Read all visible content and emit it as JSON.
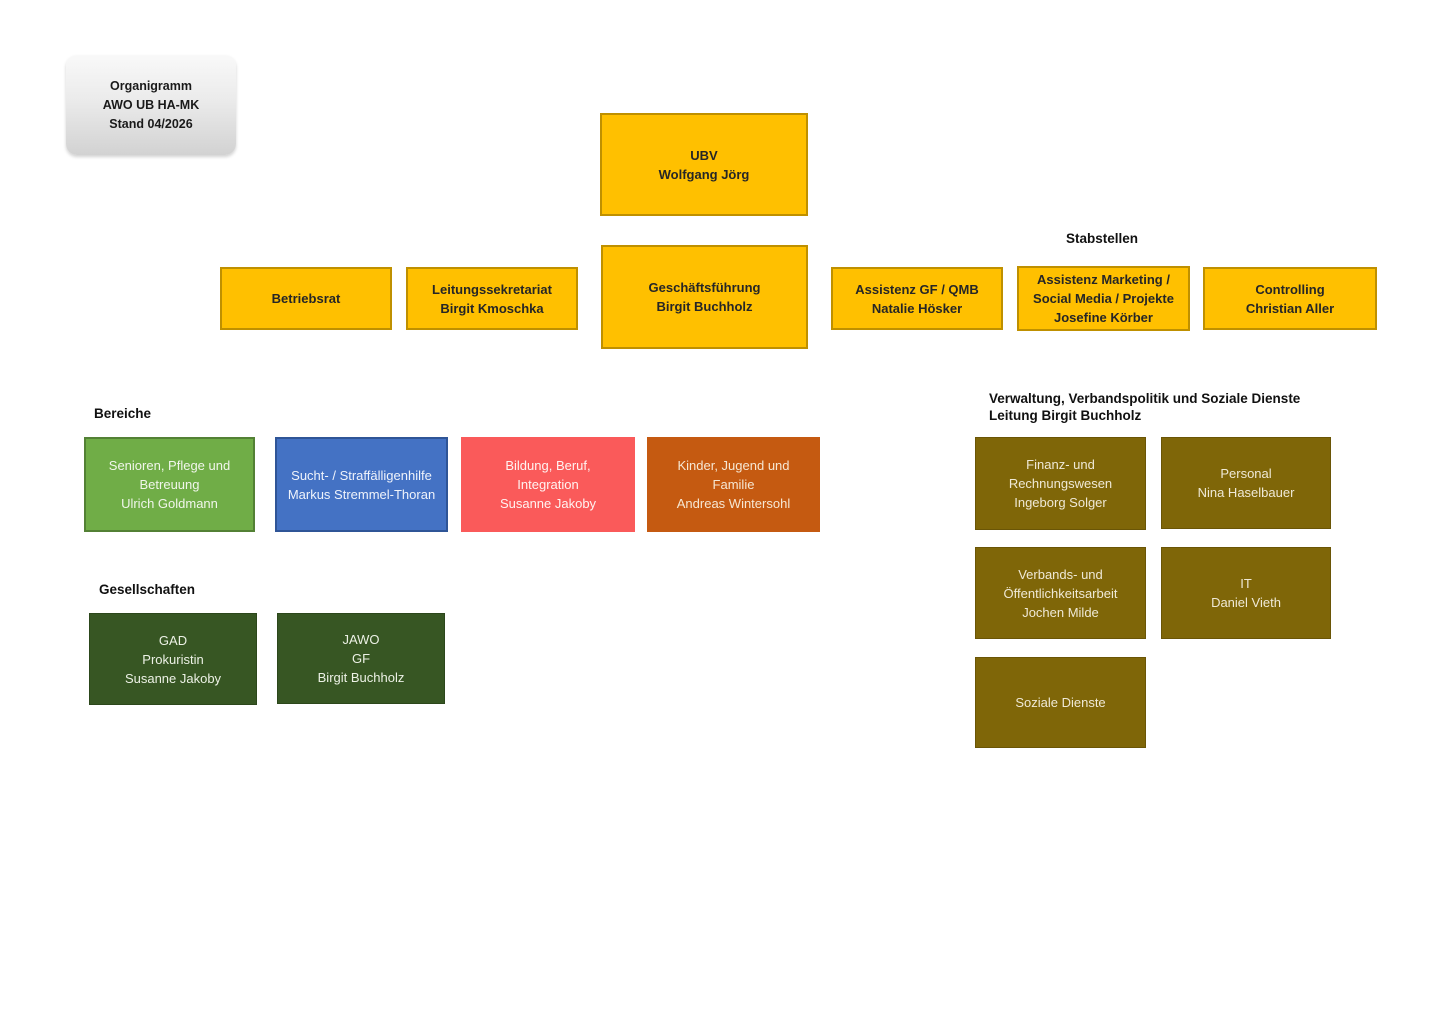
{
  "title_card": {
    "lines": [
      "Organigramm",
      "AWO UB HA-MK",
      "Stand 04/2026"
    ]
  },
  "labels": {
    "stabstellen": "Stabstellen",
    "bereiche": "Bereiche",
    "verwaltung_line1": "Verwaltung, Verbandspolitik und Soziale Dienste",
    "verwaltung_line2": "Leitung Birgit Buchholz",
    "gesellschaften": "Gesellschaften"
  },
  "colors": {
    "gold": "#FFC000",
    "gold_border": "#BF9000",
    "green": "#70AD47",
    "green_border": "#538135",
    "blue": "#4472C4",
    "blue_border": "#2F5597",
    "red": "#FA5A5A",
    "orange": "#C55A11",
    "olive": "#7F6608",
    "dark_green": "#375623"
  },
  "boxes": {
    "ubv": {
      "lines": [
        "UBV",
        "Wolfgang Jörg"
      ]
    },
    "betriebsrat": {
      "lines": [
        "Betriebsrat"
      ]
    },
    "leitungssekretariat": {
      "lines": [
        "Leitungssekretariat",
        "Birgit Kmoschka"
      ]
    },
    "geschaeftsfuehrung": {
      "lines": [
        "Geschäftsführung",
        "Birgit Buchholz"
      ]
    },
    "assistenz_gf_qmb": {
      "lines": [
        "Assistenz GF / QMB",
        "Natalie Hösker"
      ]
    },
    "assistenz_marketing": {
      "lines": [
        "Assistenz Marketing /",
        "Social Media / Projekte",
        "Josefine Körber"
      ]
    },
    "controlling": {
      "lines": [
        "Controlling",
        "Christian Aller"
      ]
    },
    "senioren_pflege": {
      "lines": [
        "Senioren, Pflege und",
        "Betreuung",
        "Ulrich Goldmann"
      ]
    },
    "sucht_straffaelligenhilfe": {
      "lines": [
        "Sucht- / Straffälligenhilfe",
        "Markus Stremmel-Thoran"
      ]
    },
    "bildung_beruf": {
      "lines": [
        "Bildung, Beruf,",
        "Integration",
        "Susanne Jakoby"
      ]
    },
    "kinder_jugend": {
      "lines": [
        "Kinder, Jugend und",
        "Familie",
        "Andreas Wintersohl"
      ]
    },
    "finanz_rechnungswesen": {
      "lines": [
        "Finanz- und",
        "Rechnungswesen",
        "Ingeborg Solger"
      ]
    },
    "personal": {
      "lines": [
        "Personal",
        "Nina Haselbauer"
      ]
    },
    "verbands_oeffentlichkeitsarbeit": {
      "lines": [
        "Verbands- und",
        "Öffentlichkeitsarbeit",
        "Jochen Milde"
      ]
    },
    "it": {
      "lines": [
        "IT",
        "Daniel Vieth"
      ]
    },
    "soziale_dienste": {
      "lines": [
        "Soziale Dienste"
      ]
    },
    "gad": {
      "lines": [
        "GAD",
        "Prokuristin",
        "Susanne Jakoby"
      ]
    },
    "jawo": {
      "lines": [
        "JAWO",
        "GF",
        "Birgit Buchholz"
      ]
    }
  }
}
